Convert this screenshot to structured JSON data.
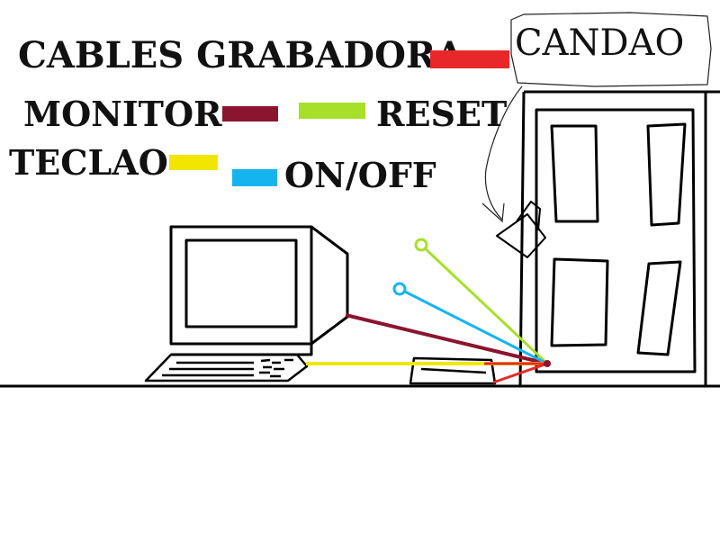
{
  "legend": {
    "cables_grabadora": {
      "label": "CABLES GRABADORA",
      "color": "#e82828"
    },
    "monitor": {
      "label": "MONITOR",
      "color": "#8b1530"
    },
    "reset": {
      "label": "RESET",
      "color": "#a6e02a"
    },
    "teclao": {
      "label": "TECLAO",
      "color": "#f2e600"
    },
    "on_off": {
      "label": "ON/OFF",
      "color": "#16b4ee"
    }
  },
  "callout": {
    "label": "CANDAO"
  },
  "icons": {
    "computer": "crt-monitor-icon",
    "keyboard": "keyboard-icon",
    "recorder": "recorder-box-icon",
    "door": "door-icon",
    "padlock": "padlock-icon"
  }
}
